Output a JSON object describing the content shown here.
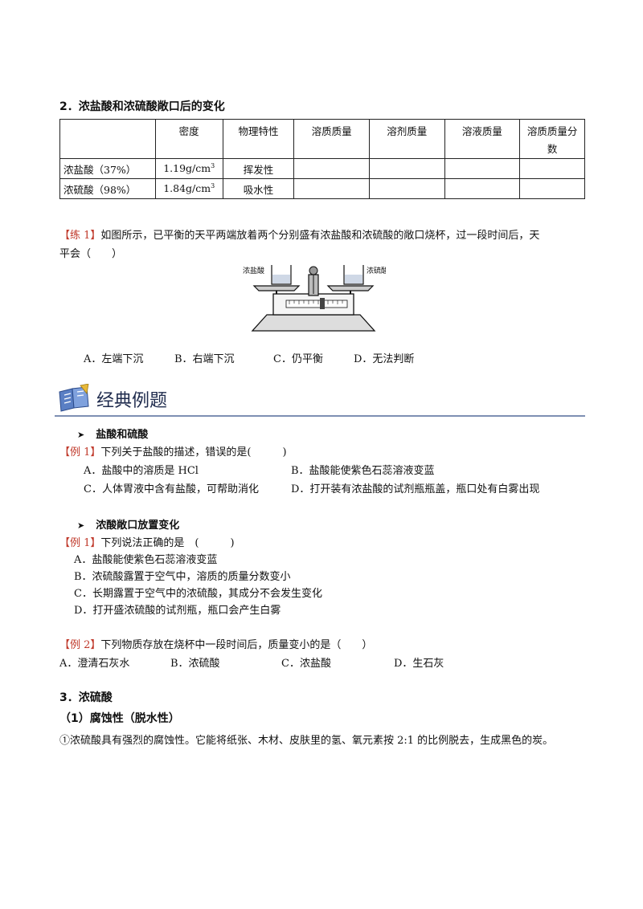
{
  "section2": {
    "title": "2．浓盐酸和浓硫酸敞口后的变化",
    "table": {
      "headers": [
        "",
        "密度",
        "物理特性",
        "溶质质量",
        "溶剂质量",
        "溶液质量",
        "溶质质量分数"
      ],
      "rows": [
        {
          "name": "浓盐酸（37%）",
          "density": "1.19g/cm",
          "density_sup": "3",
          "property": "挥发性"
        },
        {
          "name": "浓硫酸（98%）",
          "density": "1.84g/cm",
          "density_sup": "3",
          "property": "吸水性"
        }
      ]
    }
  },
  "practice1": {
    "tag": "【练 1】",
    "text1": "如图所示，已平衡的天平两端放着两个分别盛有浓盐酸和浓硫酸的敞口烧杯，过一段时间后，天",
    "text2": "平会（　　）",
    "figure": {
      "left_label": "浓盐酸",
      "right_label": "浓硫酸"
    },
    "options": [
      "A．左端下沉",
      "B．右端下沉",
      "C．仍平衡",
      "D．无法判断"
    ]
  },
  "classic": {
    "title": "经典例题",
    "icon": "book-icon",
    "accent_color": "#7e8fb3"
  },
  "topic1": {
    "title": "盐酸和硫酸",
    "tag": "【例 1】",
    "question": "下列关于盐酸的描述，错误的是(　　　)",
    "options": [
      "A．盐酸中的溶质是 HCl",
      "B．盐酸能使紫色石蕊溶液变蓝",
      "C．人体胃液中含有盐酸，可帮助消化",
      "D．打开装有浓盐酸的试剂瓶瓶盖，瓶口处有白雾出现"
    ]
  },
  "topic2": {
    "title": "浓酸敞口放置变化",
    "q1": {
      "tag": "【例 1】",
      "question": "下列说法正确的是　(　　　)",
      "options": [
        "A．盐酸能使紫色石蕊溶液变蓝",
        "B．浓硫酸露置于空气中，溶质的质量分数变小",
        "C．长期露置于空气中的浓硫酸，其成分不会发生变化",
        "D．打开盛浓硫酸的试剂瓶，瓶口会产生白雾"
      ]
    },
    "q2": {
      "tag": "【例 2】",
      "question": "下列物质存放在烧杯中一段时间后，质量变小的是（　　）",
      "options": [
        "A．澄清石灰水",
        "B．浓硫酸",
        "C．浓盐酸",
        "D．生石灰"
      ]
    }
  },
  "section3": {
    "title": "3．浓硫酸",
    "sub": "（1）腐蚀性（脱水性）",
    "text": "①浓硫酸具有强烈的腐蚀性。它能将纸张、木材、皮肤里的氢、氧元素按 2:1 的比例脱去，生成黑色的炭。"
  }
}
